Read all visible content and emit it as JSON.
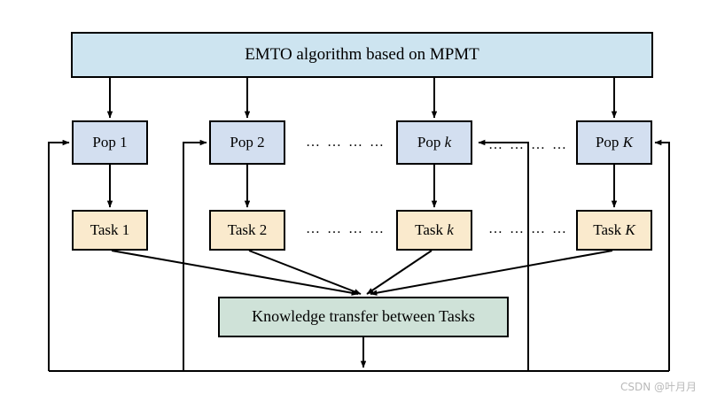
{
  "diagram": {
    "title": "EMTO algorithm based on MPMT",
    "banner": {
      "label": "EMTO algorithm based on MPMT"
    },
    "populations": [
      {
        "name": "pop-1",
        "prefix": "Pop",
        "index": "1",
        "italic": false
      },
      {
        "name": "pop-2",
        "prefix": "Pop",
        "index": "2",
        "italic": false
      },
      {
        "name": "pop-k",
        "prefix": "Pop",
        "index": "k",
        "italic": true
      },
      {
        "name": "pop-K",
        "prefix": "Pop",
        "index": "K",
        "italic": true
      }
    ],
    "tasks": [
      {
        "name": "task-1",
        "prefix": "Task",
        "index": "1",
        "italic": false
      },
      {
        "name": "task-2",
        "prefix": "Task",
        "index": "2",
        "italic": false
      },
      {
        "name": "task-k",
        "prefix": "Task",
        "index": "k",
        "italic": true
      },
      {
        "name": "task-K",
        "prefix": "Task",
        "index": "K",
        "italic": true
      }
    ],
    "knowledge_box": {
      "label": "Knowledge transfer between Tasks"
    },
    "ellipses": {
      "pop_middle": "… … … …",
      "task_middle": "… … … …",
      "pop_right": "… … … …",
      "task_right": "… … … …"
    },
    "colors": {
      "banner_fill": "#cde4f0",
      "population_fill": "#d3dff0",
      "task_fill": "#faeacd",
      "knowledge_fill": "#cfe2d8",
      "stroke": "#000000",
      "background": "#ffffff",
      "watermark": "#b9b9b9"
    }
  },
  "watermark": {
    "text": "CSDN @叶月月"
  }
}
